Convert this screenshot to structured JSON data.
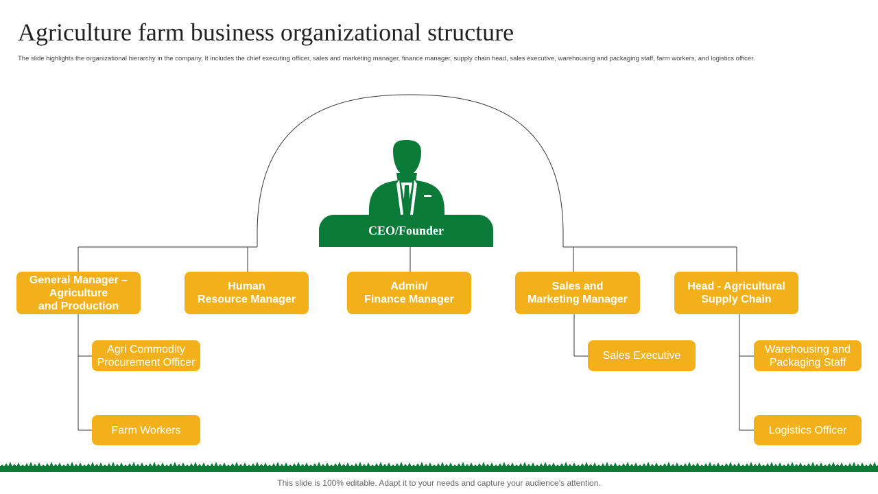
{
  "slide": {
    "title": "Agriculture farm business organizational structure",
    "subtitle": "The slide highlights the organizational hierarchy in the company. It includes the chief executing officer, sales and marketing manager, finance manager, supply chain head, sales executive, warehousing and packaging staff, farm workers, and logistics officer.",
    "footer": "This slide is 100% editable. Adapt it to your needs and capture your audience’s attention."
  },
  "ceo": {
    "label": "CEO/Founder",
    "icon": "person-icon"
  },
  "managers": [
    {
      "label": "General Manager –\nAgriculture\nand Production"
    },
    {
      "label": "Human\nResource Manager"
    },
    {
      "label": "Admin/\nFinance Manager"
    },
    {
      "label": "Sales and\nMarketing Manager"
    },
    {
      "label": "Head - Agricultural\nSupply Chain"
    }
  ],
  "staff": {
    "agri_commodity": "Agri Commodity\nProcurement Officer",
    "farm_workers": "Farm Workers",
    "sales_executive": "Sales Executive",
    "warehousing": "Warehousing and\nPackaging Staff",
    "logistics": "Logistics Officer"
  },
  "colors": {
    "ceo_green": "#0a7a38",
    "node_yellow": "#f2b11a",
    "grass_green": "#0d7a36"
  }
}
